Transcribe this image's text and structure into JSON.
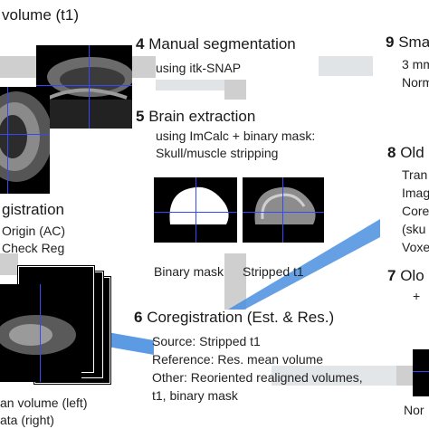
{
  "top_left_title": "volume (t1)",
  "step4": {
    "num": "4",
    "title": "Manual segmentation",
    "sub": "using itk-SNAP"
  },
  "step5": {
    "num": "5",
    "title": "Brain extraction",
    "sub1": "using ImCalc + binary mask:",
    "sub2": "Skull/muscle stripping",
    "label_mask": "Binary mask",
    "label_stripped": "Stripped t1"
  },
  "step6": {
    "num": "6",
    "title": "Coregistration (Est. & Res.)",
    "source": "Source: Stripped t1",
    "reference": "Reference: Res. mean volume",
    "other1": "Other: Reoriented realigned volumes,",
    "other2": "t1, binary mask"
  },
  "step7": {
    "num": "7",
    "title": "Olo",
    "plus": "+",
    "bottom": "Nor"
  },
  "step8": {
    "num": "8",
    "title": "Old",
    "l1": "Tran",
    "l2": "Imag",
    "l3": "Core",
    "l4": "(sku",
    "l5": "Voxe"
  },
  "step9": {
    "num": "9",
    "title": "Sma",
    "l1": "3 mm",
    "l2": "Norm"
  },
  "step_reg": {
    "title": "gistration",
    "l1": "Origin (AC)",
    "l2": "Check Reg"
  },
  "bottom_left": {
    "l1": "an volume (left)",
    "l2": "ata (right)"
  },
  "colors": {
    "arrow_gray": "#d0d0d0",
    "arrow_blue": "#4a8fe0",
    "crosshair": "#3548ff"
  }
}
